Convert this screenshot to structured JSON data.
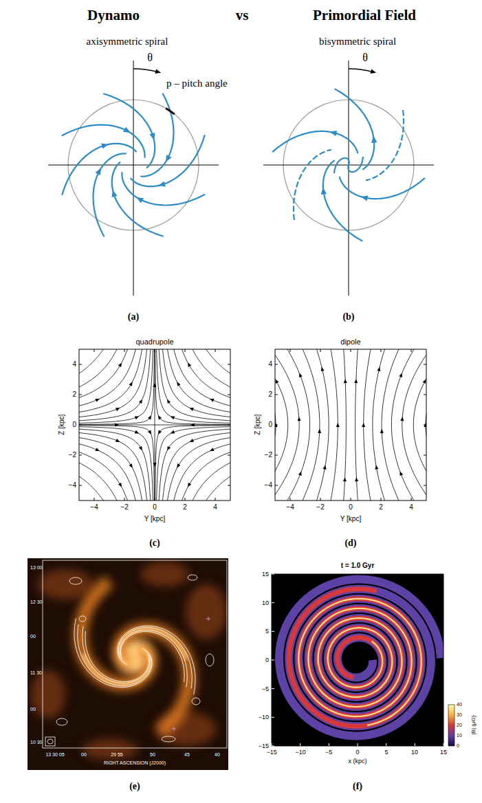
{
  "diagram": {
    "labels": [
      "Dynamo",
      "vs",
      "Primordial Field",
      "axisymmetric spiral",
      "bisymmetric spiral",
      "θ",
      "p – pitch angle",
      "θ",
      "(a)",
      "(b)",
      "quadrupole",
      "dipole",
      "4",
      "2",
      "0",
      "−2",
      "−4",
      "−4",
      "−2",
      "0",
      "2",
      "4",
      "Z [kpc]",
      "Y [kpc]",
      "4",
      "2",
      "0",
      "−2",
      "−4",
      "−4",
      "−2",
      "0",
      "2",
      "4",
      "Z [kpc]",
      "Y [kpc]",
      "(c)",
      "(d)",
      "13 00",
      "12 30",
      "00",
      "11 30",
      "00",
      "10 30",
      "13 30 05",
      "00",
      "29 55",
      "50",
      "45",
      "40",
      "RIGHT ASCENSION (J2000)",
      "t = 1.0 Gyr",
      "15",
      "10",
      "5",
      "0",
      "−5",
      "−10",
      "−15",
      "−15",
      "−10",
      "−5",
      "0",
      "5",
      "10",
      "15",
      "x (kpc)",
      "40",
      "30",
      "20",
      "10",
      "0",
      "|B| (μG)",
      "(e)",
      "(f)"
    ]
  }
}
